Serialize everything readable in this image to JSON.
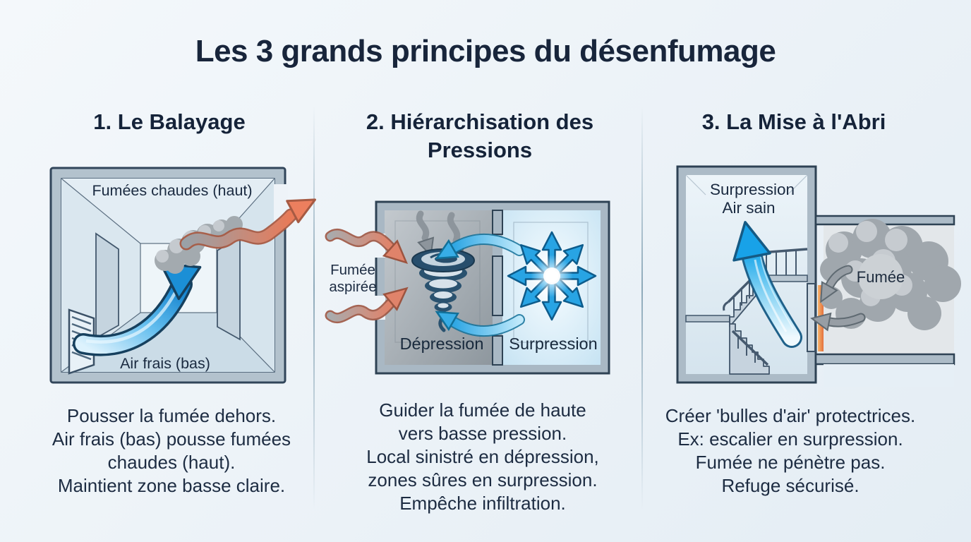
{
  "title": "Les 3 grands principes du désenfumage",
  "columns": [
    {
      "heading": "1. Le Balayage",
      "diagram": {
        "top_label": "Fumées chaudes (haut)",
        "bottom_label": "Air frais (bas)"
      },
      "description": [
        "Pousser la fumée dehors.",
        "Air frais (bas) pousse fumées",
        "chaudes (haut).",
        "Maintient zone basse claire."
      ]
    },
    {
      "heading": "2. Hiérarchisation des Pressions",
      "diagram": {
        "outside_label_line1": "Fumée",
        "outside_label_line2": "aspirée",
        "left_room_label": "Dépression",
        "right_room_label": "Surpression"
      },
      "description": [
        "Guider la fumée de haute",
        "vers basse pression.",
        "Local sinistré en dépression,",
        "zones sûres en surpression.",
        "Empêche infiltration."
      ]
    },
    {
      "heading": "3. La Mise à l'Abri",
      "diagram": {
        "top_label_line1": "Surpression",
        "top_label_line2": "Air sain",
        "smoke_label": "Fumée"
      },
      "description": [
        "Créer 'bulles d'air' protectrices.",
        "Ex: escalier en surpression.",
        "Fumée ne pénètre pas.",
        "Refuge sécurisé."
      ]
    }
  ],
  "colors": {
    "background": "#eef3f8",
    "navy_text": "#1b2940",
    "fresh_air_blue": "#1a8fd6",
    "pressure_cyan": "#28a4e4",
    "smoke_exit_orange": "#e87a58",
    "smoke_gray": "#a0a7ad",
    "wall_gray": "#abbac6"
  }
}
